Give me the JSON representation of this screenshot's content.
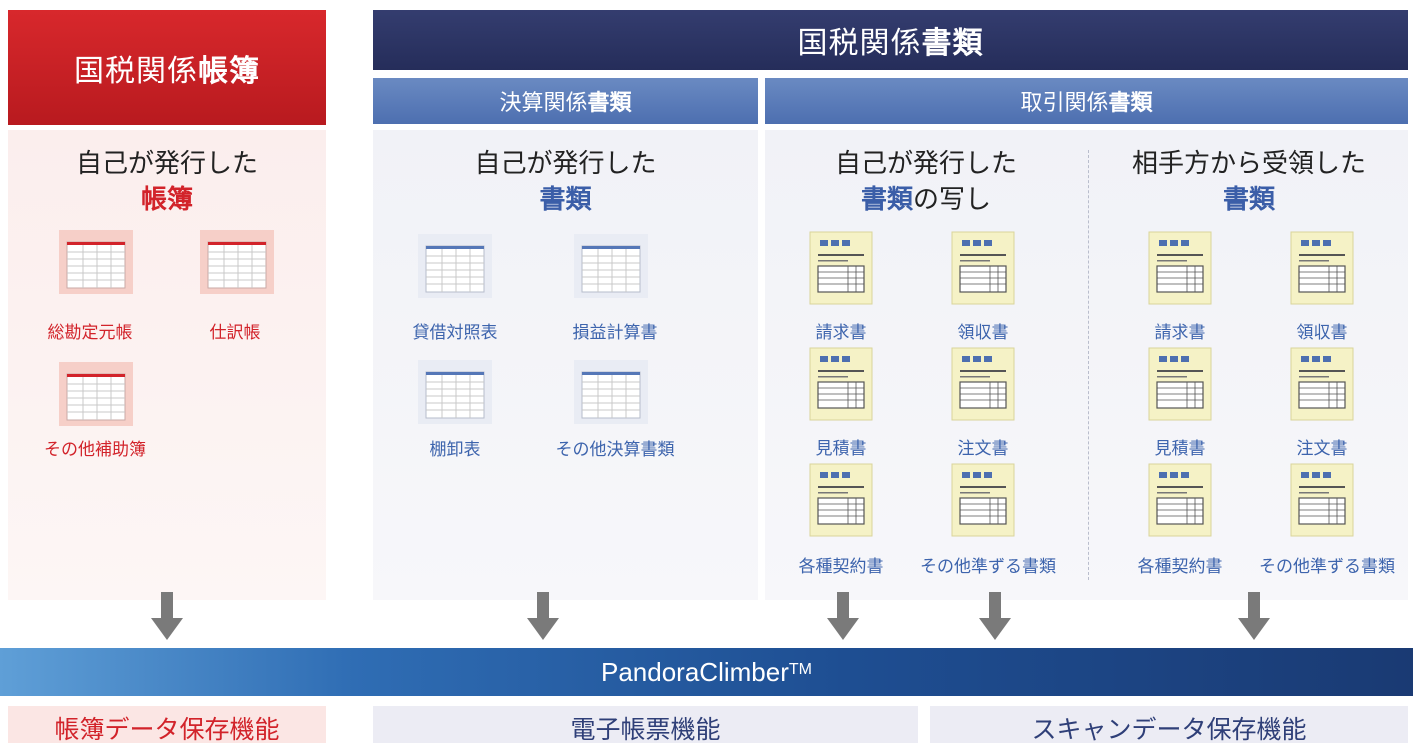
{
  "headers": {
    "left_pre": "国税関係",
    "left_bold": "帳簿",
    "top_pre": "国税関係",
    "top_bold": "書類",
    "settlement_pre": "決算関係",
    "settlement_bold": "書類",
    "transaction_pre": "取引関係",
    "transaction_bold": "書類"
  },
  "panels": {
    "ledger": {
      "line1": "自己が発行した",
      "em": "帳簿",
      "rest": ""
    },
    "settlement": {
      "line1": "自己が発行した",
      "em": "書類",
      "rest": ""
    },
    "issued_copy": {
      "line1": "自己が発行した",
      "em": "書類",
      "rest": "の写し"
    },
    "received": {
      "line1": "相手方から受領した",
      "em": "書類",
      "rest": ""
    }
  },
  "items": {
    "ledger": [
      "総勘定元帳",
      "仕訳帳",
      "その他補助簿"
    ],
    "settlement": [
      "貸借対照表",
      "損益計算書",
      "棚卸表",
      "その他決算書類"
    ],
    "issued": [
      "請求書",
      "領収書",
      "見積書",
      "注文書",
      "各種契約書",
      "その他準ずる書類"
    ],
    "received": [
      "請求書",
      "領収書",
      "見積書",
      "注文書",
      "各種契約書",
      "その他準ずる書類"
    ]
  },
  "product": {
    "name": "PandoraClimber",
    "mark": "TM"
  },
  "functions": {
    "ledger": "帳簿データ保存機能",
    "electronic": "電子帳票機能",
    "scan": "スキャンデータ保存機能"
  },
  "colors": {
    "red": "#d2232a",
    "navy": "#2a3363",
    "blue": "#5577b7",
    "band": "#1e4e92"
  }
}
